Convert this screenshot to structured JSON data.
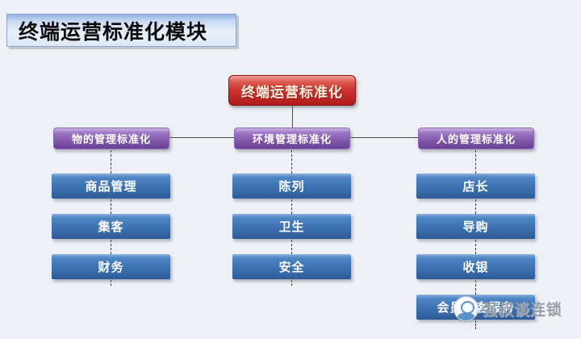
{
  "page": {
    "background_color": "#edf0f5"
  },
  "title": {
    "text": "终端运营标准化模块"
  },
  "diagram": {
    "root": {
      "label": "终端运营标准化"
    },
    "branches": [
      {
        "label": "物的管理标准化",
        "children": [
          "商品管理",
          "集客",
          "财务"
        ]
      },
      {
        "label": "环境管理标准化",
        "children": [
          "陈列",
          "卫生",
          "安全"
        ]
      },
      {
        "label": "人的管理标准化",
        "children": [
          "店长",
          "导购",
          "收银",
          "会员顾客服务"
        ]
      }
    ]
  },
  "watermark": {
    "text": "强叔谈连锁",
    "logo": "person-in-circle-logo"
  },
  "colors": {
    "root_node": "#b01b1b",
    "branch_node": "#7a50a5",
    "leaf_node": "#3b6fae",
    "title_bar": "#dbe7f8",
    "connector": "#4a4a4a",
    "watermark_text": "#8f97a1"
  }
}
